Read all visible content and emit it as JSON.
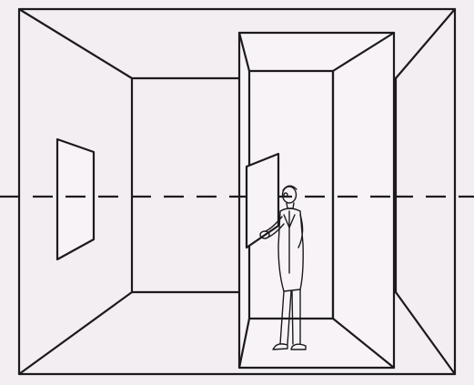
{
  "background_text": [
    "",
    "",
    "",
    "",
    "",
    "",
    "",
    "",
    "",
    "",
    "",
    ""
  ],
  "colors": {
    "ink": "#1c1a1d",
    "paper": "#f3eef2",
    "bleed_text": "#b9b3bb"
  },
  "figure": {
    "subject": "perspective-room-with-observer",
    "elements": [
      "outer-frame",
      "back-wall",
      "left-window-panel",
      "center-door-frame",
      "observer-figure",
      "horizon-dashed-line"
    ]
  }
}
